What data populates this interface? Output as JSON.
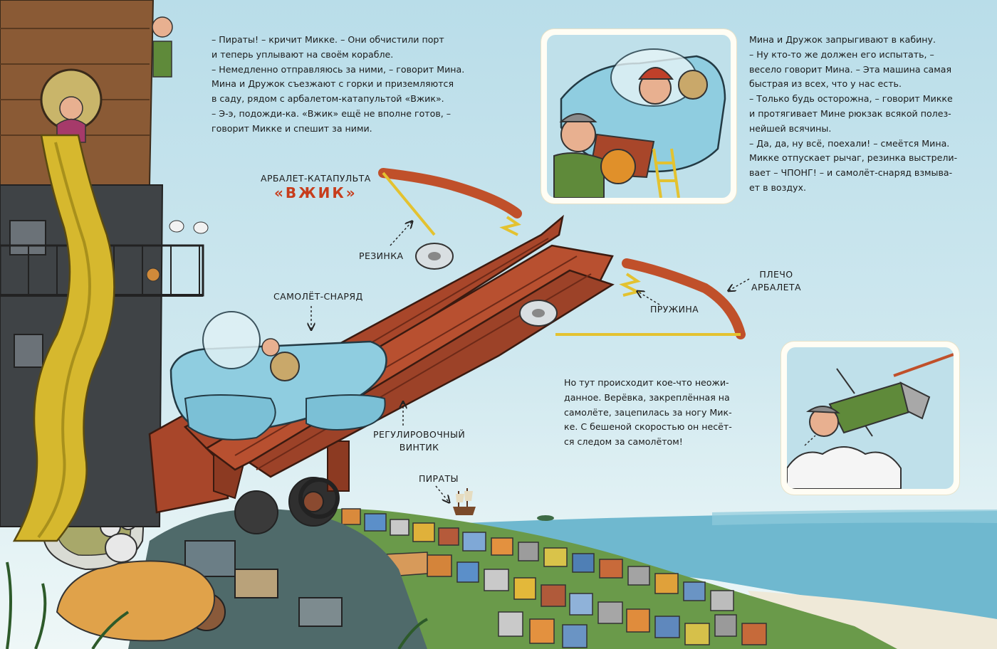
{
  "story": {
    "paragraph_top_left": [
      "– Пираты! – кричит Микке. – Они обчистили порт",
      "и теперь уплывают на своём корабле.",
      "– Немедленно отправляюсь за ними, – говорит Мина.",
      "Мина и Дружок съезжают с горки и приземляются",
      "в саду, рядом с арбалетом-катапультой «Вжик».",
      "– Э-э, подожди-ка. «Вжик» ещё не вполне готов, –",
      "говорит Микке и спешит за ними."
    ],
    "paragraph_top_right": [
      "Мина и Дружок запрыгивают в кабину.",
      "– Ну кто-то же должен его испытать, –",
      "весело говорит Мина. – Эта машина самая",
      "быстрая из всех, что у нас есть.",
      "– Только будь осторожна, – говорит Микке",
      "и протягивает Мине рюкзак всякой полез-",
      "нейшей всячины.",
      "– Да, да, ну всё, поехали! – смеётся Мина.",
      "Микке отпускает рычаг, резинка выстрели-",
      "вает – ЧПОНГ! – и самолёт-снаряд взмыва-",
      "ет в воздух."
    ],
    "paragraph_middle": [
      "Но тут происходит кое-что неожи-",
      "данное. Верёвка, закреплённая на",
      "самолёте, зацепилась за ногу Мик-",
      "ке. С бешеной скоростью он несёт-",
      "ся следом за самолётом!"
    ]
  },
  "labels": {
    "catapult_caption": "Арбалет-катапульта",
    "catapult_name": "«Вжик»",
    "rubber": "Резинка",
    "plane": "Самолёт-снаряд",
    "spring": "Пружина",
    "arm_line1": "Плечо",
    "arm_line2": "арбалета",
    "screw_line1": "Регулировочный",
    "screw_line2": "винтик",
    "pirates": "Пираты"
  },
  "colors": {
    "sky": "#c6e4ee",
    "sea": "#6fb8cf",
    "accent_red": "#c73d1c",
    "panel_frame": "#fffdf4",
    "slide_yellow": "#d6b82e",
    "catapult_rails": "#a8462a",
    "plane_blue": "#8fcde0"
  }
}
